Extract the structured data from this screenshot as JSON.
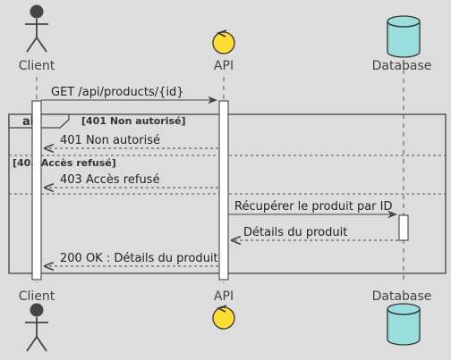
{
  "participants": {
    "client": "Client",
    "api": "API",
    "database": "Database"
  },
  "fragment": {
    "keyword": "alt",
    "guards": [
      "[401 Non autorisé]",
      "[403 Accès refusé]"
    ]
  },
  "messages": [
    "GET /api/products/{id}",
    "401 Non autorisé",
    "403 Accès refusé",
    "Récupérer le produit par ID",
    "Détails du produit",
    "200 OK : Détails du produit"
  ],
  "colors": {
    "background": "#dddddd",
    "api_icon": "#ffdd33",
    "database_icon": "#99dddd",
    "line": "#444444"
  },
  "icons": {
    "client": "actor-stick-figure-icon",
    "api": "control-circle-icon",
    "database": "database-cylinder-icon"
  }
}
